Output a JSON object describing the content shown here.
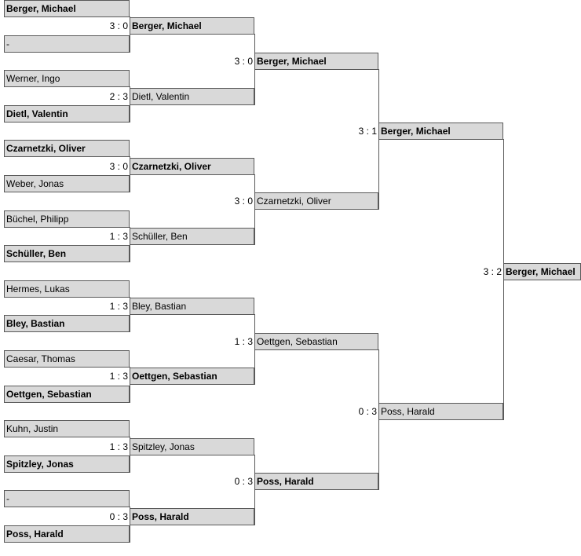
{
  "round1": [
    {
      "name": "Berger, Michael",
      "bold": true
    },
    {
      "name": "-",
      "bold": false
    },
    {
      "name": "Werner, Ingo",
      "bold": false
    },
    {
      "name": "Dietl, Valentin",
      "bold": true
    },
    {
      "name": "Czarnetzki, Oliver",
      "bold": true
    },
    {
      "name": "Weber, Jonas",
      "bold": false
    },
    {
      "name": "Büchel, Philipp",
      "bold": false
    },
    {
      "name": "Schüller, Ben",
      "bold": true
    },
    {
      "name": "Hermes, Lukas",
      "bold": false
    },
    {
      "name": "Bley, Bastian",
      "bold": true
    },
    {
      "name": "Caesar, Thomas",
      "bold": false
    },
    {
      "name": "Oettgen, Sebastian",
      "bold": true
    },
    {
      "name": "Kuhn, Justin",
      "bold": false
    },
    {
      "name": "Spitzley, Jonas",
      "bold": true
    },
    {
      "name": "-",
      "bold": false
    },
    {
      "name": "Poss, Harald",
      "bold": true
    }
  ],
  "round2": [
    {
      "score": "3 : 0",
      "name": "Berger, Michael",
      "bold": true
    },
    {
      "score": "2 : 3",
      "name": "Dietl, Valentin",
      "bold": false
    },
    {
      "score": "3 : 0",
      "name": "Czarnetzki, Oliver",
      "bold": true
    },
    {
      "score": "1 : 3",
      "name": "Schüller, Ben",
      "bold": false
    },
    {
      "score": "1 : 3",
      "name": "Bley, Bastian",
      "bold": false
    },
    {
      "score": "1 : 3",
      "name": "Oettgen, Sebastian",
      "bold": true
    },
    {
      "score": "1 : 3",
      "name": "Spitzley, Jonas",
      "bold": false
    },
    {
      "score": "0 : 3",
      "name": "Poss, Harald",
      "bold": true
    }
  ],
  "round3": [
    {
      "score": "3 : 0",
      "name": "Berger, Michael",
      "bold": true
    },
    {
      "score": "3 : 0",
      "name": "Czarnetzki, Oliver",
      "bold": false
    },
    {
      "score": "1 : 3",
      "name": "Oettgen, Sebastian",
      "bold": false
    },
    {
      "score": "0 : 3",
      "name": "Poss, Harald",
      "bold": true
    }
  ],
  "round4": [
    {
      "score": "3 : 1",
      "name": "Berger, Michael",
      "bold": true
    },
    {
      "score": "0 : 3",
      "name": "Poss, Harald",
      "bold": false
    }
  ],
  "final": [
    {
      "score": "3 : 2",
      "name": "Berger, Michael",
      "bold": true
    }
  ],
  "colors": {
    "cell_fill": "#d9d9d9",
    "border": "#595959"
  }
}
